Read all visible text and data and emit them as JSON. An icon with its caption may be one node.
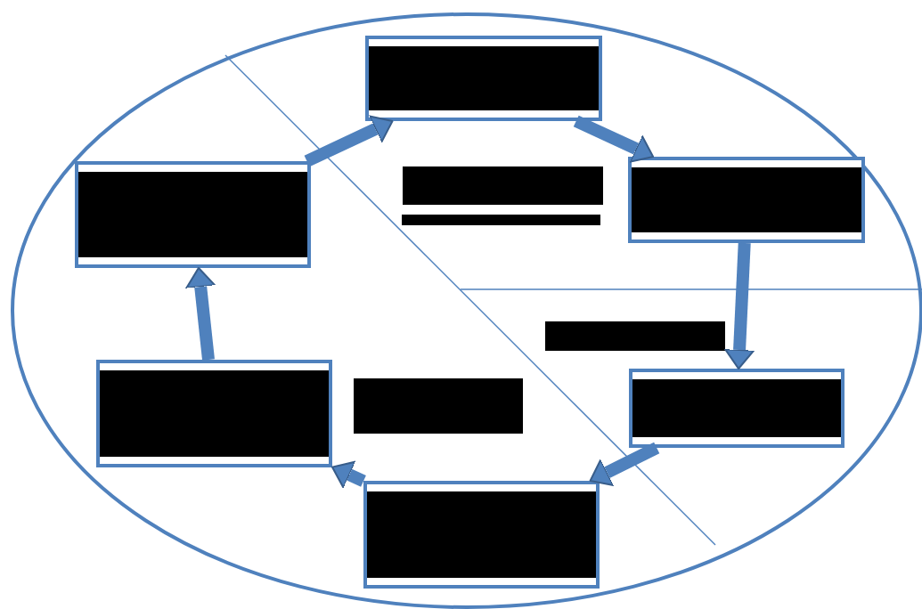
{
  "diagram": {
    "nodes": [
      {
        "text": [],
        "shape": "ellipse"
      },
      {
        "text": [],
        "shape": "box",
        "in": 0
      },
      {
        "text": [],
        "shape": "box",
        "in": 0
      },
      {
        "text": [],
        "shape": "box",
        "in": 0
      },
      {
        "text": [],
        "shape": "box",
        "in": 0
      },
      {
        "text": [],
        "shape": "box",
        "in": 0
      },
      {
        "text": [],
        "shape": "box",
        "in": 0
      }
    ],
    "edges": [
      {
        "from": 1,
        "to": 2,
        "arrow": "to"
      },
      {
        "from": 2,
        "to": 3,
        "arrow": "to"
      },
      {
        "from": 3,
        "to": 4,
        "arrow": "to"
      },
      {
        "from": 4,
        "to": 5,
        "arrow": "to"
      },
      {
        "from": 5,
        "to": 6,
        "arrow": "to"
      },
      {
        "from": 6,
        "to": 1,
        "arrow": "to"
      }
    ]
  }
}
